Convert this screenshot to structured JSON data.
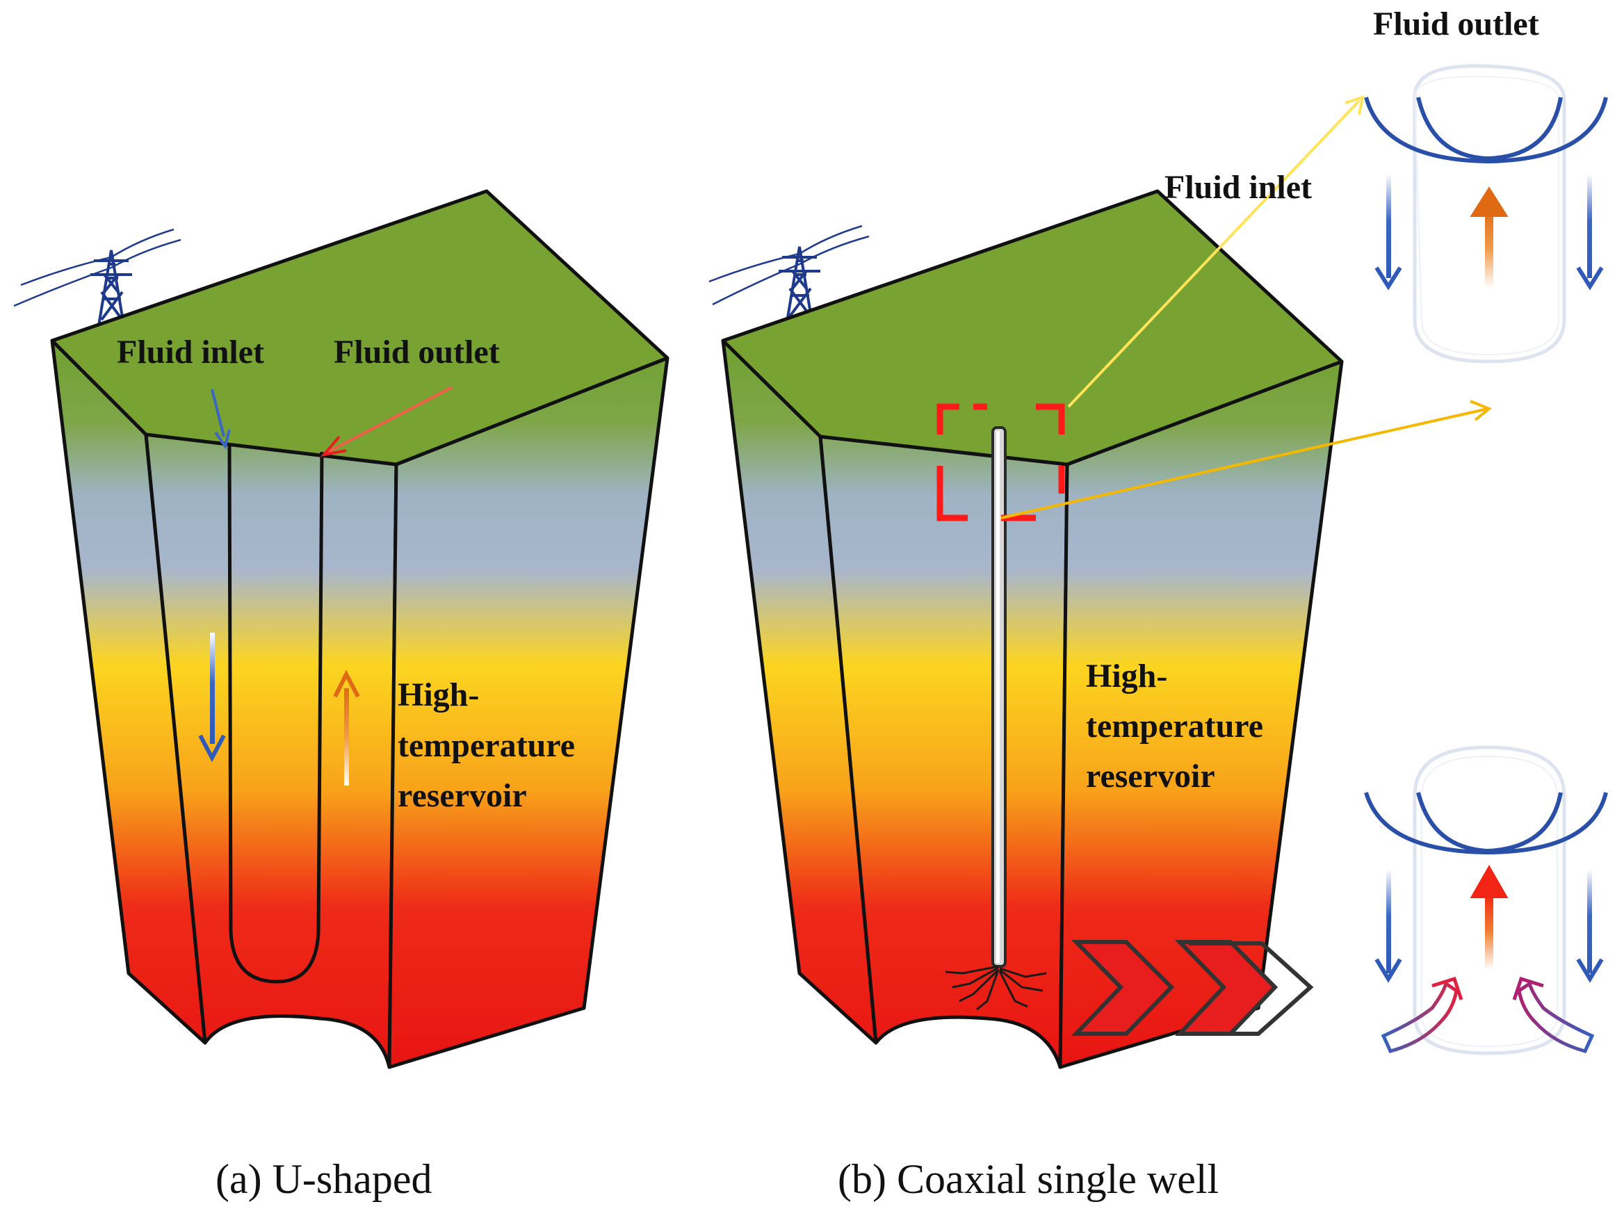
{
  "panel_a": {
    "label_inlet": "Fluid inlet",
    "label_outlet": "Fluid outlet",
    "label_reservoir_1": "High-",
    "label_reservoir_2": "temperature",
    "label_reservoir_3": "reservoir",
    "caption": "(a) U-shaped"
  },
  "panel_b": {
    "label_inlet": "Fluid inlet",
    "label_outlet": "Fluid outlet",
    "label_reservoir_1": "High-",
    "label_reservoir_2": "temperature",
    "label_reservoir_3": "reservoir",
    "caption": "(b) Coaxial single well"
  },
  "colors": {
    "surface": "#78a232",
    "hot": "#e81816",
    "warm": "#fcd21c",
    "cool": "#a0b4d2",
    "inlet_arrow": "#3464c0",
    "outlet_arrow": "#e87820",
    "callout_red": "#ff1a1a",
    "callout_line": "#f5c400"
  }
}
